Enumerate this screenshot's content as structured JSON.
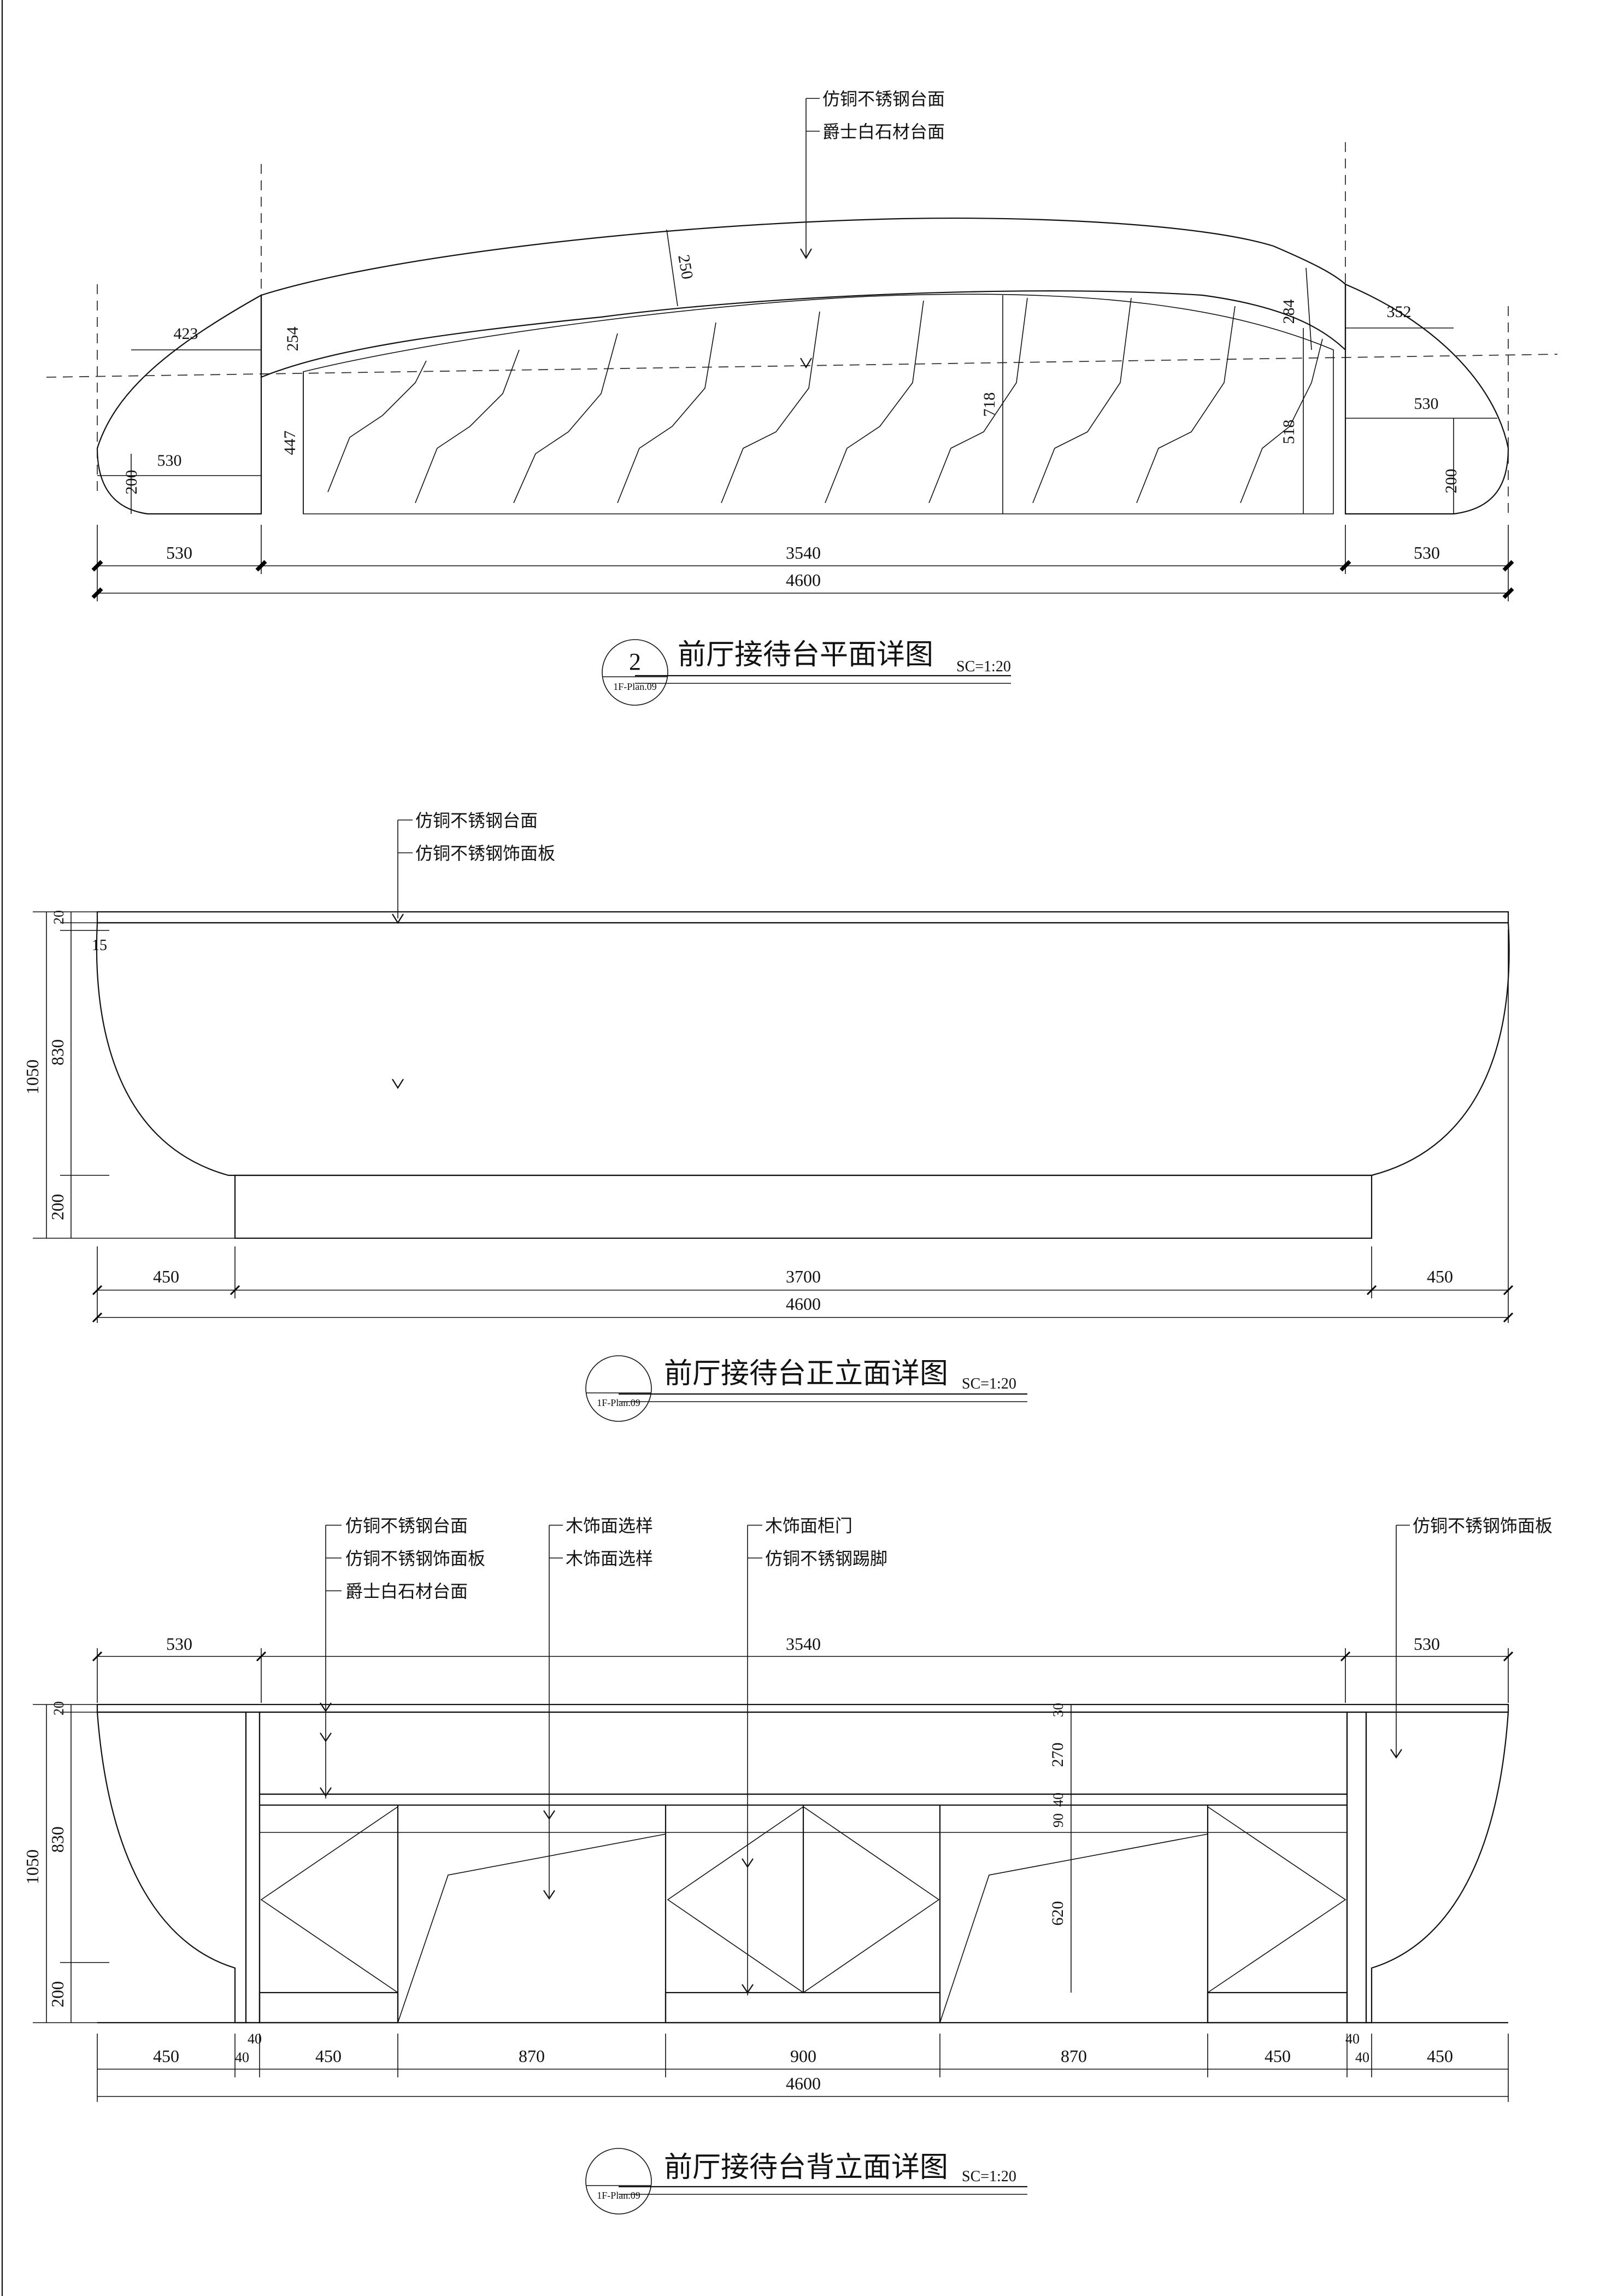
{
  "plan": {
    "title": "前厅接待台平面详图",
    "scale": "SC=1:20",
    "badge_num": "2",
    "badge_ref": "1F-Plan.09",
    "notes": [
      "仿铜不锈钢台面",
      "爵士白石材台面"
    ],
    "dims_bottom": [
      "530",
      "3540",
      "530"
    ],
    "dim_total": "4600",
    "dim_labels": [
      "423",
      "254",
      "250",
      "352",
      "284",
      "530",
      "530",
      "200",
      "200",
      "447",
      "718",
      "518"
    ]
  },
  "front": {
    "title": "前厅接待台正立面详图",
    "scale": "SC=1:20",
    "badge_ref": "1F-Plan.09",
    "notes": [
      "仿铜不锈钢台面",
      "仿铜不锈钢饰面板"
    ],
    "dims_bottom": [
      "450",
      "3700",
      "450"
    ],
    "dim_total": "4600",
    "dims_left": [
      "1050",
      "20",
      "15",
      "830",
      "200"
    ]
  },
  "back": {
    "title": "前厅接待台背立面详图",
    "scale": "SC=1:20",
    "badge_ref": "1F-Plan.09",
    "notes_a": [
      "仿铜不锈钢台面",
      "仿铜不锈钢饰面板",
      "爵士白石材台面"
    ],
    "notes_b": [
      "木饰面选样",
      "木饰面选样"
    ],
    "notes_c": [
      "木饰面柜门",
      "仿铜不锈钢踢脚"
    ],
    "notes_d": [
      "仿铜不锈钢饰面板"
    ],
    "dims_top": [
      "530",
      "3540",
      "530"
    ],
    "dims_bottom": [
      "450",
      "40",
      "450",
      "870",
      "900",
      "870",
      "450",
      "40",
      "450"
    ],
    "dims_extra_40": [
      "40",
      "40"
    ],
    "dim_total": "4600",
    "dims_left": [
      "1050",
      "20",
      "830",
      "200"
    ],
    "dims_inner": [
      "30",
      "270",
      "40",
      "90",
      "620"
    ]
  }
}
